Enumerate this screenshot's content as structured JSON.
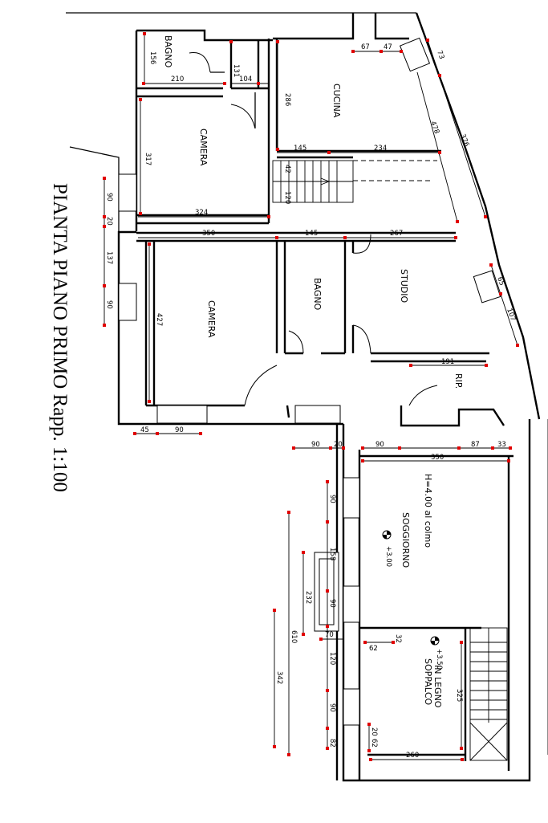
{
  "title": "PIANTA PIANO PRIMO Rapp. 1:100",
  "rooms": {
    "bagno_top": "BAGNO",
    "cucina": "CUCINA",
    "camera_top": "CAMERA",
    "camera_main": "CAMERA",
    "bagno_mid": "BAGNO",
    "studio": "STUDIO",
    "rip": "RIP.",
    "soggiorno": "SOGGIORNO",
    "soppalco": "SOPPALCO\nIN LEGNO"
  },
  "notes": {
    "height": "H=4.00 al colmo",
    "level_soggiorno": "+3.00",
    "level_soppalco": "+3.50"
  },
  "dimensions": {
    "d156": "156",
    "d210": "210",
    "d131": "131",
    "d104": "104",
    "d67": "67",
    "d47": "47",
    "d73": "73",
    "d286": "286",
    "d317": "317",
    "d478": "478",
    "d376": "376",
    "d145a": "145",
    "d234": "234",
    "d42": "42",
    "d120a": "120",
    "d90a": "90",
    "d20": "20",
    "d137": "137",
    "d90b": "90",
    "d324": "324",
    "d350a": "350",
    "d145b": "145",
    "d267": "267",
    "d427": "427",
    "d65": "65",
    "d107": "107",
    "d191": "191",
    "d45": "45",
    "d90c": "90",
    "d90d": "90",
    "d20b": "20",
    "d90e": "90",
    "d350b": "350",
    "d87": "87",
    "d33": "33",
    "d90f": "90",
    "d158": "158",
    "d90g": "90",
    "d120b": "120",
    "d90h": "90",
    "d82": "82",
    "d232": "232",
    "d610": "610",
    "d342": "342",
    "d70": "70",
    "d62": "62",
    "d32": "32",
    "d325": "325",
    "d20c": "20",
    "d62b": "62",
    "d260": "260"
  }
}
